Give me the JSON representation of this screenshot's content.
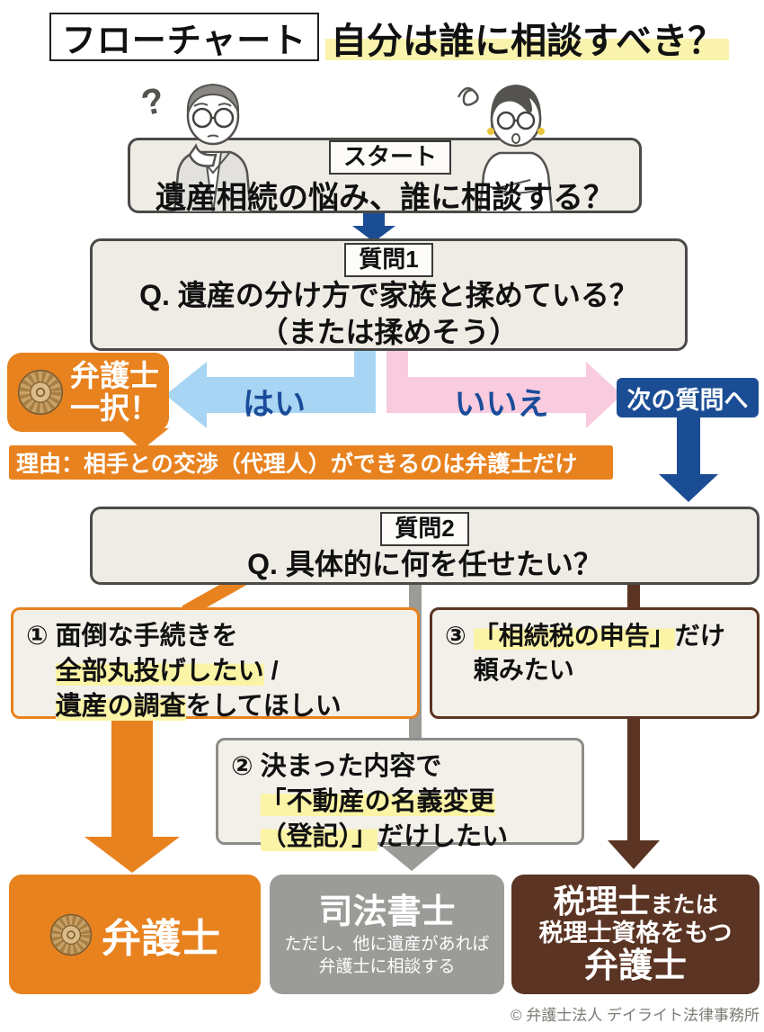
{
  "header": {
    "tag": "フローチャート",
    "title": "自分は誰に相談すべき？"
  },
  "start": {
    "label": "スタート",
    "question": "遺産相続の悩み、誰に相談する？"
  },
  "question1": {
    "label": "質問1",
    "line1": "Q. 遺産の分け方で家族と揉めている？",
    "line2": "（または揉めそう）"
  },
  "branch1": {
    "yes_label": "はい",
    "no_label": "いいえ",
    "next_label": "次の質問へ",
    "lawyer_only_line1": "弁護士",
    "lawyer_only_line2": "一択！",
    "reason": "理由：相手との交渉（代理人）ができるのは弁護士だけ"
  },
  "question2": {
    "label": "質問2",
    "text": "Q. 具体的に何を任せたい？"
  },
  "option1": {
    "number": "①",
    "line1": "面倒な手続きを",
    "line2_highlight": "全部丸投げしたい",
    "line2_rest": " /",
    "line3_highlight": "遺産の調査",
    "line3_rest": "をしてほしい"
  },
  "option2": {
    "number": "②",
    "line1": "決まった内容で",
    "line2_highlight": "「不動産の名義変更",
    "line3_highlight": "（登記）」",
    "line3_rest": "だけしたい"
  },
  "option3": {
    "number": "③",
    "line1_highlight": "「相続税の申告」",
    "line1_rest": "だけ",
    "line2": "頼みたい"
  },
  "results": {
    "lawyer": {
      "title": "弁護士"
    },
    "judicial_scrivener": {
      "title": "司法書士",
      "note_line1": "ただし、他に遺産があれば",
      "note_line2": "弁護士に相談する"
    },
    "tax_accountant": {
      "line1_main": "税理士",
      "line1_sub": "または",
      "line2": "税理士資格をもつ",
      "line3": "弁護士"
    }
  },
  "footer": {
    "copyright": "© 弁護士法人 デイライト法律事務所"
  },
  "colors": {
    "orange": "#E8821F",
    "dark_blue": "#1B4D94",
    "light_blue": "#A9D5F4",
    "pink": "#F8CBDE",
    "gray": "#9B9B98",
    "brown": "#5B3423",
    "highlight_yellow": "#FBF4A6",
    "box_cream": "#EFECE5",
    "badge_gold": "#C9A268"
  }
}
